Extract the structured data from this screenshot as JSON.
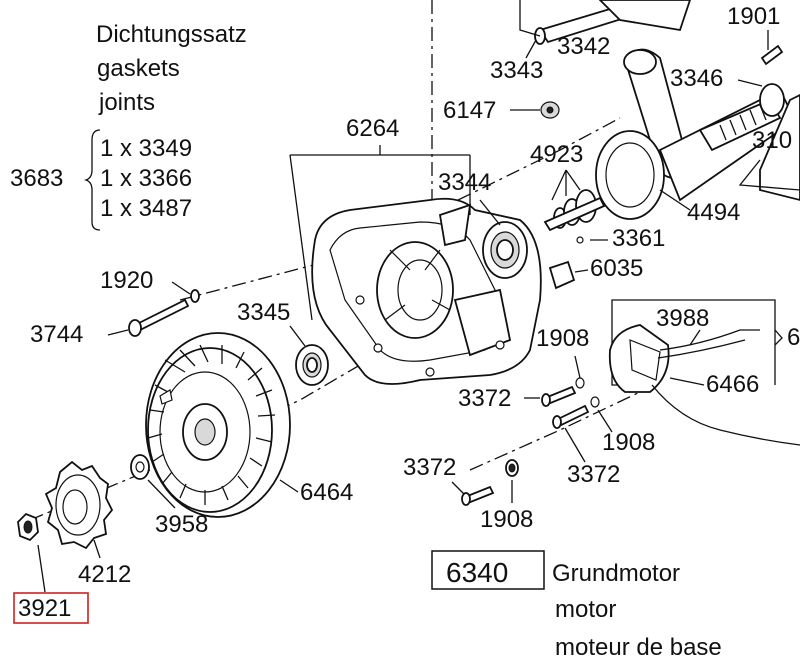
{
  "title_lines": [
    "Dichtungssatz",
    "gaskets",
    "joints"
  ],
  "gasket_set": {
    "number": "3683",
    "items": [
      "1 x 3349",
      "1 x 3366",
      "1 x 3487"
    ]
  },
  "labels": {
    "l1901": "1901",
    "l3342": "3342",
    "l3343": "3343",
    "l3346": "3346",
    "l310": "310",
    "l6147": "6147",
    "l6264": "6264",
    "l4923": "4923",
    "l3344": "3344",
    "l4494": "4494",
    "l3361": "3361",
    "l6035": "6035",
    "l1920": "1920",
    "l3744": "3744",
    "l3345": "3345",
    "l3988": "3988",
    "l6": "6",
    "l1908a": "1908",
    "l3372a": "3372",
    "l6466": "6466",
    "l1908b": "1908",
    "l3372b": "3372",
    "l3372c": "3372",
    "l1908c": "1908",
    "l6464": "6464",
    "l3958": "3958",
    "l4212": "4212",
    "l3921": "3921"
  },
  "highlight_color": "#d02020",
  "base_motor": {
    "number": "6340",
    "lines": [
      "Grundmotor",
      "motor",
      "moteur de base"
    ]
  }
}
